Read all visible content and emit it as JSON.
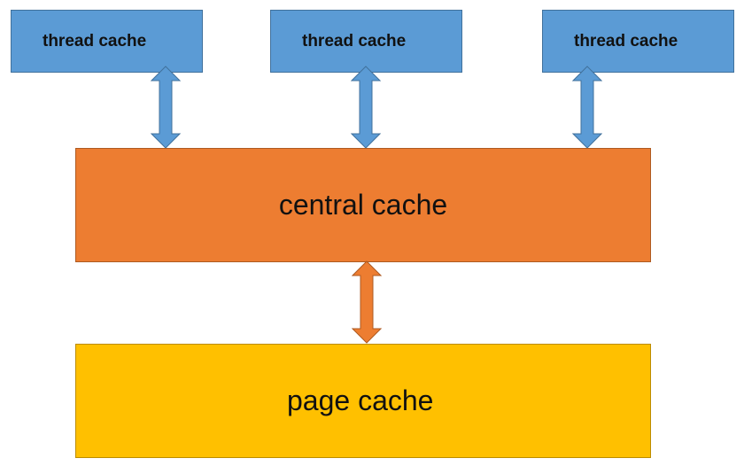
{
  "threads": [
    {
      "label": "thread cache"
    },
    {
      "label": "thread cache"
    },
    {
      "label": "thread cache"
    }
  ],
  "central": {
    "label": "central cache"
  },
  "page": {
    "label": "page cache"
  },
  "colors": {
    "thread_fill": "#5b9bd5",
    "thread_border": "#41719c",
    "central_fill": "#ed7d31",
    "central_border": "#ae5a21",
    "page_fill": "#ffc000",
    "page_border": "#bc8c00",
    "arrow_blue": "#5b9bd5",
    "arrow_orange": "#ed7d31"
  }
}
